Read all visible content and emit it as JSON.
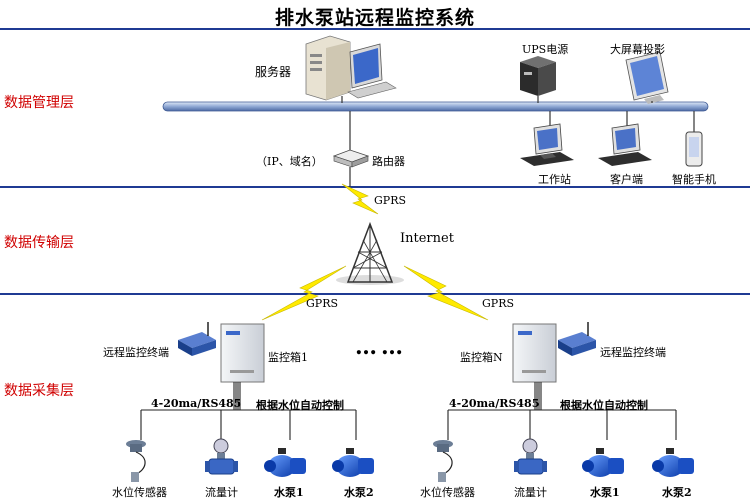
{
  "title": "排水泵站远程监控系统",
  "layers": {
    "management": "数据管理层",
    "transmission": "数据传输层",
    "acquisition": "数据采集层"
  },
  "management": {
    "server": "服务器",
    "ups": "UPS电源",
    "screen": "大屏幕投影",
    "router": "路由器",
    "router_note": "（IP、域名）",
    "workstation": "工作站",
    "client": "客户端",
    "phone": "智能手机"
  },
  "transmission": {
    "gprs_top": "GPRS",
    "internet": "Internet",
    "gprs_left": "GPRS",
    "gprs_right": "GPRS"
  },
  "acquisition": {
    "terminal_left": "远程监控终端",
    "box_left": "监控箱1",
    "dots": "……",
    "box_right": "监控箱N",
    "terminal_right": "远程监控终端",
    "left_group": {
      "signal": "4-20ma/RS485",
      "control": "根据水位自动控制",
      "devices": [
        "水位传感器",
        "流量计",
        "水泵1",
        "水泵2"
      ]
    },
    "right_group": {
      "signal": "4-20ma/RS485",
      "control": "根据水位自动控制",
      "devices": [
        "水位传感器",
        "流量计",
        "水泵1",
        "水泵2"
      ]
    }
  },
  "colors": {
    "layer_label": "#d00000",
    "divider": "#1f3a93",
    "lightning": "#ffea00"
  }
}
